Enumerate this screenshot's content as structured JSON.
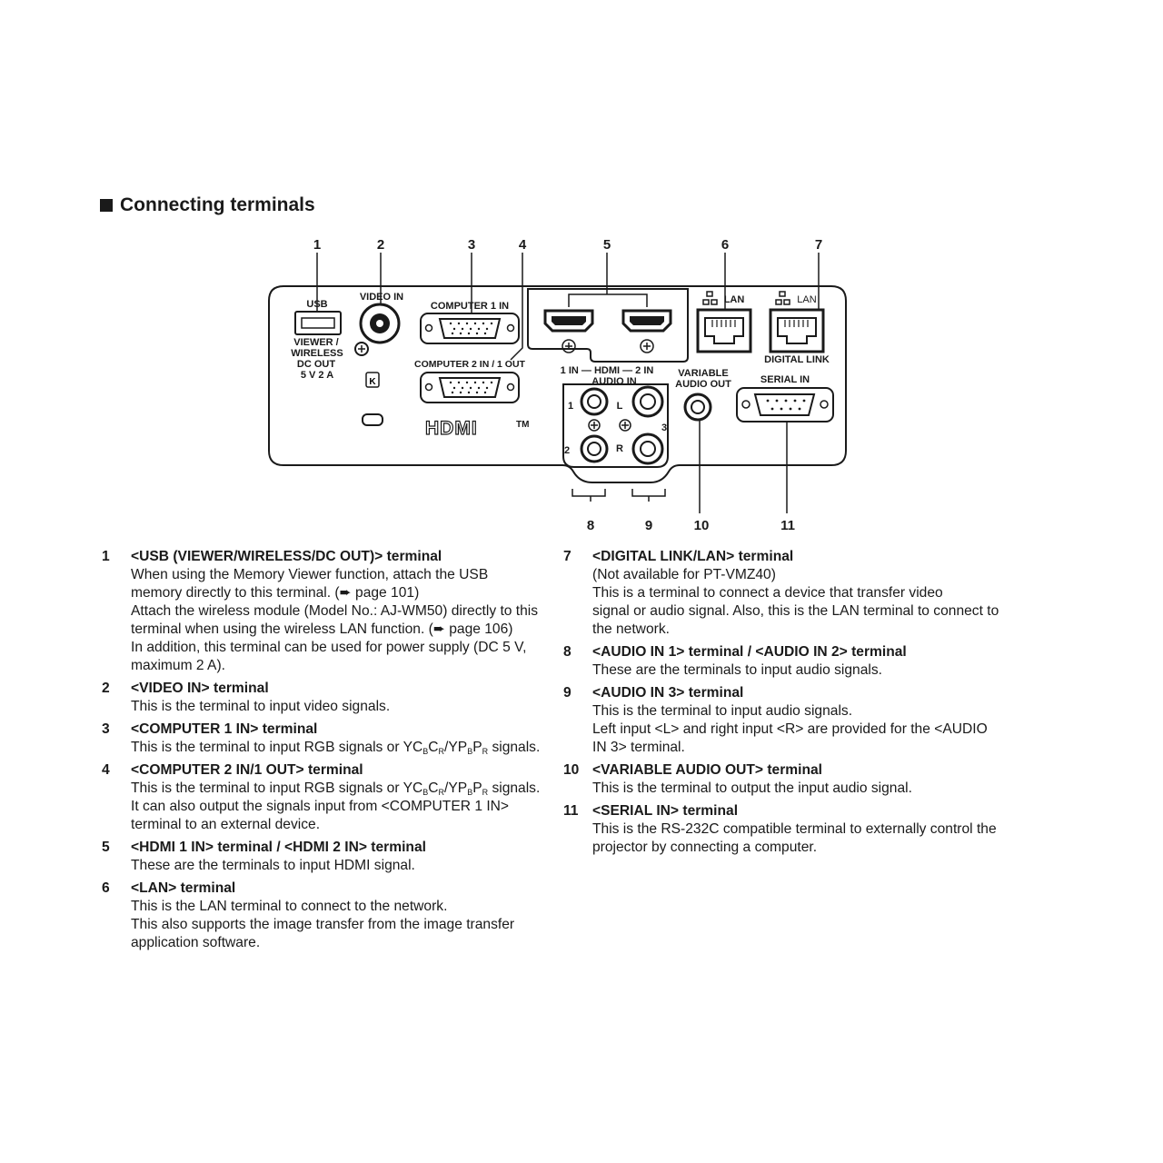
{
  "section_title": "Connecting terminals",
  "diagram": {
    "callouts": [
      "1",
      "2",
      "3",
      "4",
      "5",
      "6",
      "7",
      "8",
      "9",
      "10",
      "11"
    ],
    "labels": {
      "usb": "USB",
      "usb_sub": [
        "VIEWER /",
        "WIRELESS",
        "DC OUT",
        "5 V  2 A"
      ],
      "video_in": "VIDEO IN",
      "computer1_in": "COMPUTER 1 IN",
      "computer2": "COMPUTER 2 IN / 1 OUT",
      "hdmi_row": "1 IN — HDMI — 2 IN",
      "audio_in": "AUDIO IN",
      "variable_audio": [
        "VARIABLE",
        "AUDIO OUT"
      ],
      "lan1": "LAN",
      "lan2": "LAN",
      "digital_link": "DIGITAL LINK",
      "serial_in": "SERIAL IN",
      "hdmi_logo": "HDMI™",
      "audio_L": "L",
      "audio_R": "R",
      "audio_1": "1",
      "audio_2": "2",
      "audio_3": "3"
    }
  },
  "left_items": [
    {
      "num": "1",
      "title": "<USB (VIEWER/WIRELESS/DC OUT)> terminal",
      "lines": [
        "When using the Memory Viewer function, attach the USB",
        "memory directly to this terminal. (➨ page 101)",
        "Attach the wireless module (Model No.: AJ-WM50) directly to this",
        "terminal when using the wireless LAN function. (➨ page 106)",
        "In addition, this terminal can be used for power supply (DC 5 V,",
        "maximum 2 A)."
      ]
    },
    {
      "num": "2",
      "title": "<VIDEO IN> terminal",
      "lines": [
        "This is the terminal to input video signals."
      ]
    },
    {
      "num": "3",
      "title": "<COMPUTER 1 IN> terminal",
      "lines": [
        "This is the terminal to input RGB signals or YCBCR/YPBPR signals."
      ]
    },
    {
      "num": "4",
      "title": "<COMPUTER 2 IN/1 OUT> terminal",
      "lines": [
        "This is the terminal to input RGB signals or YCBCR/YPBPR signals.",
        "It can also output the signals input from <COMPUTER 1 IN>",
        "terminal to an external device."
      ]
    },
    {
      "num": "5",
      "title": "<HDMI 1 IN> terminal / <HDMI 2 IN> terminal",
      "lines": [
        "These are the terminals to input HDMI signal."
      ]
    },
    {
      "num": "6",
      "title": "<LAN> terminal",
      "lines": [
        "This is the LAN terminal to connect to the network.",
        "This also supports the image transfer from the image transfer",
        "application software."
      ]
    }
  ],
  "right_items": [
    {
      "num": "7",
      "title": "<DIGITAL LINK/LAN> terminal",
      "lines": [
        "(Not available for PT-VMZ40)",
        "This is a terminal to connect a device that transfer video",
        "signal or audio signal. Also, this is the LAN terminal to connect to",
        "the network."
      ]
    },
    {
      "num": "8",
      "title": "<AUDIO IN 1> terminal / <AUDIO IN 2> terminal",
      "lines": [
        "These are the terminals to input audio signals."
      ]
    },
    {
      "num": "9",
      "title": "<AUDIO IN 3> terminal",
      "lines": [
        "This is the terminal to input audio signals.",
        "Left input <L> and right input <R> are provided for the <AUDIO",
        "IN 3> terminal."
      ]
    },
    {
      "num": "10",
      "title": "<VARIABLE AUDIO OUT> terminal",
      "lines": [
        "This is the terminal to output the input audio signal."
      ]
    },
    {
      "num": "11",
      "title": "<SERIAL IN> terminal",
      "lines": [
        "This is the RS-232C compatible terminal to externally control the",
        "projector by connecting a computer."
      ]
    }
  ]
}
